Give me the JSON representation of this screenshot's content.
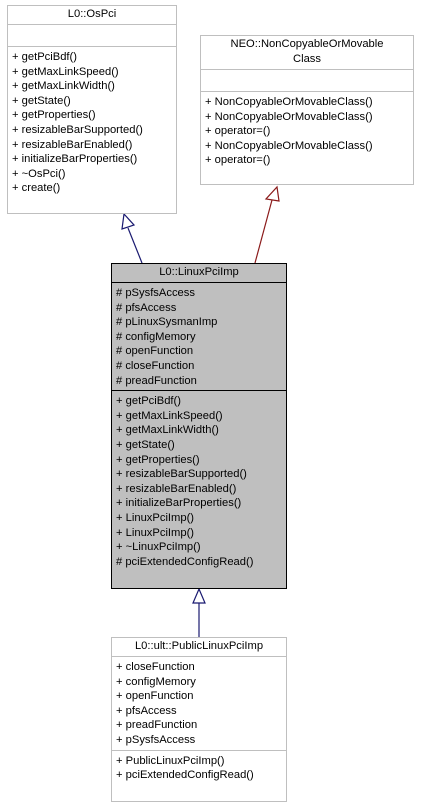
{
  "os_pci": {
    "title": "L0::OsPci",
    "attributes": [],
    "methods": [
      "+ getPciBdf()",
      "+ getMaxLinkSpeed()",
      "+ getMaxLinkWidth()",
      "+ getState()",
      "+ getProperties()",
      "+ resizableBarSupported()",
      "+ resizableBarEnabled()",
      "+ initializeBarProperties()",
      "+ ~OsPci()",
      "+ create()"
    ]
  },
  "non_copyable": {
    "title": "NEO::NonCopyableOrMovable\nClass",
    "attributes": [],
    "methods": [
      "+ NonCopyableOrMovableClass()",
      "+ NonCopyableOrMovableClass()",
      "+ operator=()",
      "+ NonCopyableOrMovableClass()",
      "+ operator=()"
    ]
  },
  "linux_pci_imp": {
    "title": "L0::LinuxPciImp",
    "attributes": [
      "# pSysfsAccess",
      "# pfsAccess",
      "# pLinuxSysmanImp",
      "# configMemory",
      "# openFunction",
      "# closeFunction",
      "# preadFunction"
    ],
    "methods": [
      "+ getPciBdf()",
      "+ getMaxLinkSpeed()",
      "+ getMaxLinkWidth()",
      "+ getState()",
      "+ getProperties()",
      "+ resizableBarSupported()",
      "+ resizableBarEnabled()",
      "+ initializeBarProperties()",
      "+ LinuxPciImp()",
      "+ LinuxPciImp()",
      "+ ~LinuxPciImp()",
      "# pciExtendedConfigRead()"
    ]
  },
  "public_linux_pci_imp": {
    "title": "L0::ult::PublicLinuxPciImp",
    "attributes": [
      "+ closeFunction",
      "+ configMemory",
      "+ openFunction",
      "+ pfsAccess",
      "+ preadFunction",
      "+ pSysfsAccess"
    ],
    "methods": [
      "+ PublicLinuxPciImp()",
      "+ pciExtendedConfigRead()"
    ]
  },
  "colors": {
    "edge_blue": "#191970",
    "edge_red": "#8b1a1a",
    "focus_fill": "#bfbfbf",
    "box_border": "#bfbfbf"
  }
}
